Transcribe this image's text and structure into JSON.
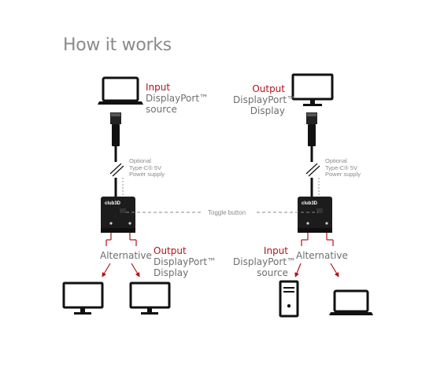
{
  "title": "How it works",
  "left": {
    "top_role": "Input",
    "top_line1": "DisplayPort™",
    "top_line2": "source",
    "optional_line1": "Optional",
    "optional_line2": "Type-C® 5V",
    "optional_line3": "Power supply",
    "alternative": "Alternative",
    "out_role": "Output",
    "out_line1": "DisplayPort™",
    "out_line2": "Display"
  },
  "right": {
    "top_role": "Output",
    "top_line1": "DisplayPort™",
    "top_line2": "Display",
    "optional_line1": "Optional",
    "optional_line2": "Type-C® 5V",
    "optional_line3": "Power supply",
    "alternative": "Alternative",
    "in_role": "Input",
    "in_line1": "DisplayPort™",
    "in_line2": "source"
  },
  "toggle_label": "Toggle button",
  "brand_logo": "club3D",
  "colors": {
    "accent": "#b5121b",
    "text": "#6e6e6e",
    "device": "#1a1a1a"
  }
}
